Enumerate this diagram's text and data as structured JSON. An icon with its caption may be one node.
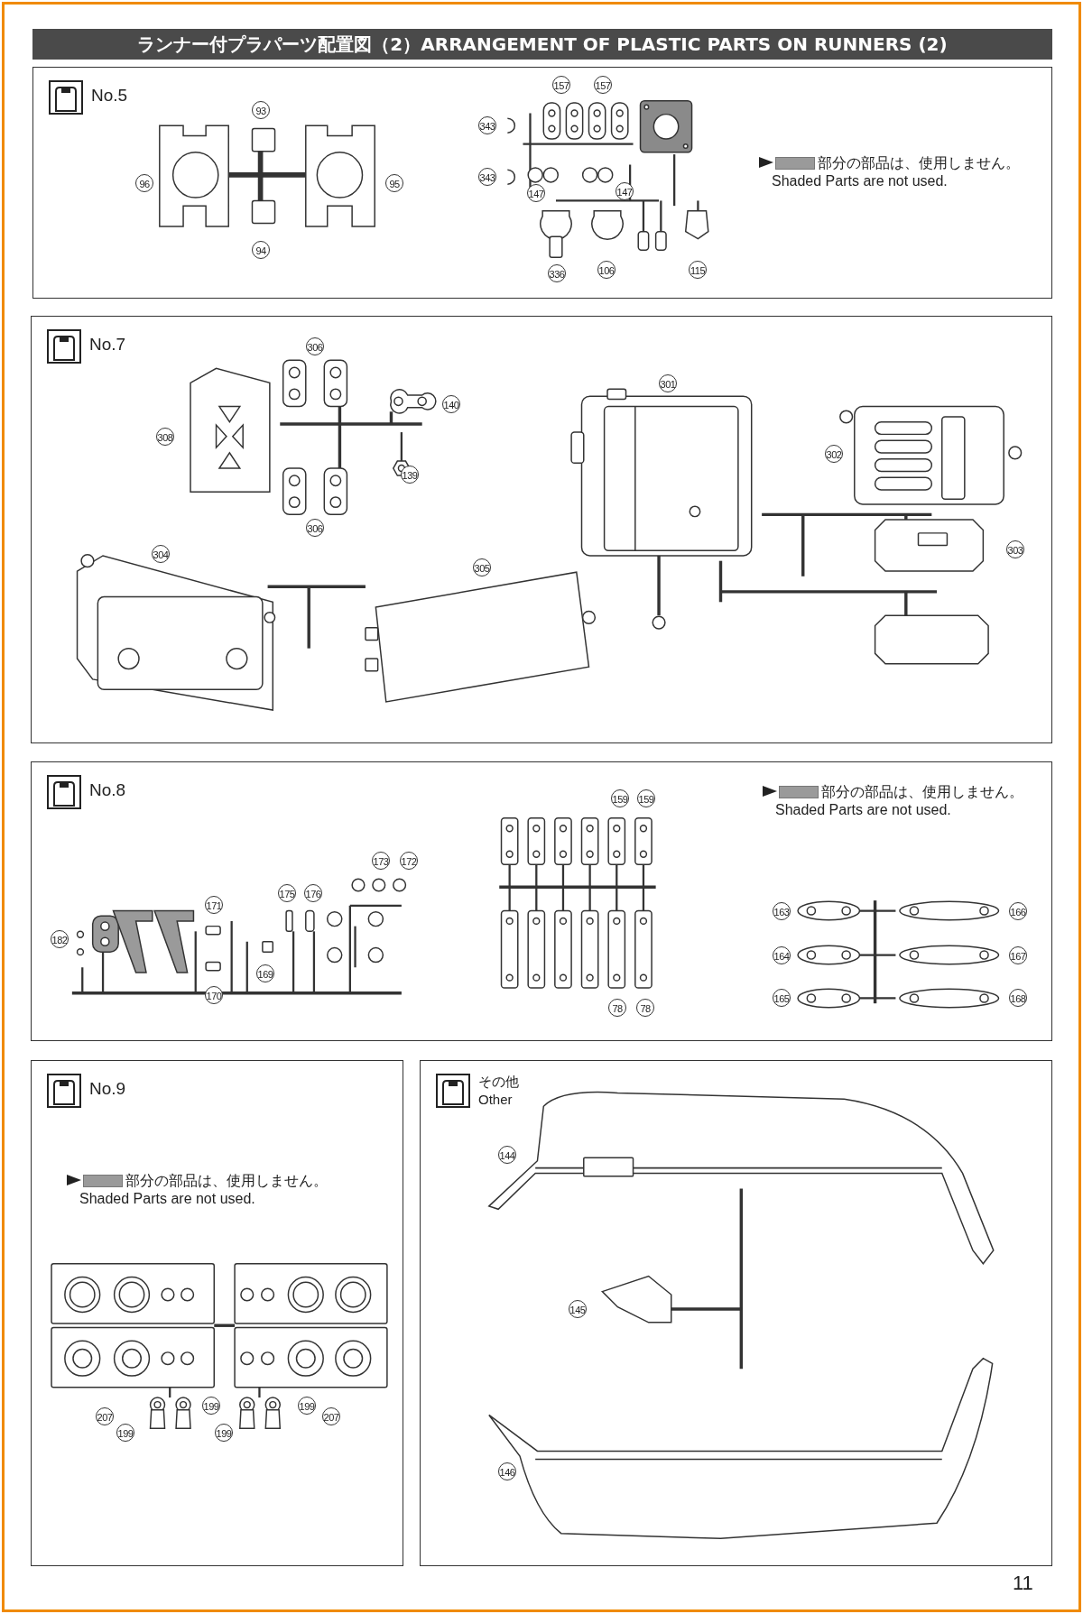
{
  "diagram": {
    "title": "ランナー付プラパーツ配置図（2）ARRANGEMENT OF PLASTIC PARTS ON RUNNERS (2)",
    "nodes": [
      {
        "text": [
          "No.5",
          "部分の部品は、使用しません。",
          "Shaded Parts are not used."
        ]
      },
      {
        "text": [
          "No.7"
        ]
      },
      {
        "text": [
          "No.8",
          "部分の部品は、使用しません。",
          "Shaded Parts are not used."
        ]
      },
      {
        "text": [
          "No.9",
          "部分の部品は、使用しません。",
          "Shaded Parts are not used."
        ]
      },
      {
        "text": [
          "その他",
          "Other"
        ]
      }
    ],
    "edges": [],
    "labels": [
      "93",
      "157",
      "157",
      "343",
      "96",
      "95",
      "343",
      "147",
      "147",
      "94",
      "336",
      "106",
      "115",
      "306",
      "301",
      "140",
      "308",
      "302",
      "139",
      "306",
      "303",
      "304",
      "305",
      "159",
      "159",
      "173",
      "172",
      "175",
      "176",
      "171",
      "163",
      "166",
      "182",
      "164",
      "167",
      "169",
      "170",
      "165",
      "168",
      "78",
      "78",
      "199",
      "207",
      "207",
      "199",
      "199",
      "199",
      "144",
      "145",
      "146",
      "11"
    ]
  }
}
